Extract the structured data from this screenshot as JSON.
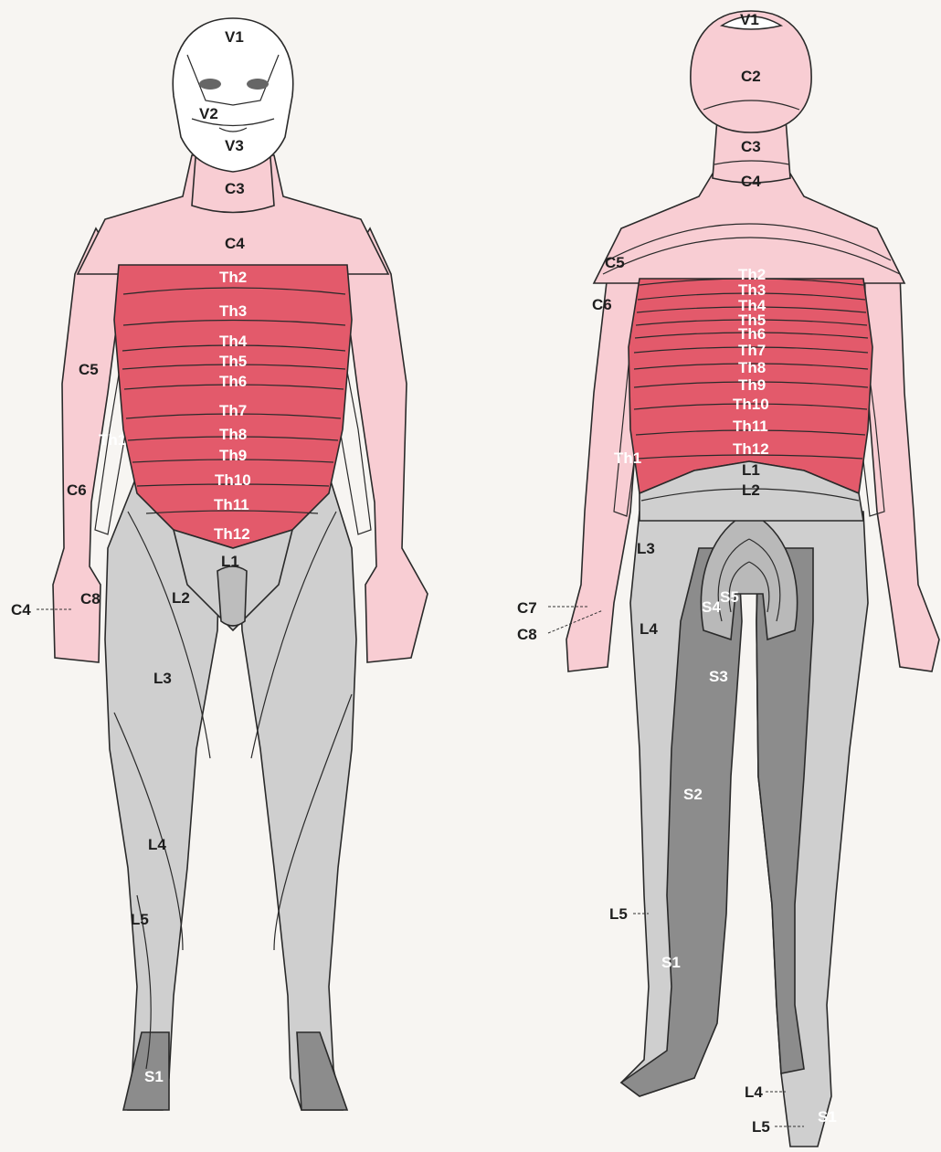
{
  "colors": {
    "cervical_light": "#f8cdd3",
    "thoracic": "#e35a6b",
    "lumbar_light": "#cfcfcf",
    "lumbar_mid": "#b9b9b9",
    "sacral_dark": "#8c8c8c",
    "face": "#ffffff",
    "outline": "#2a2a2a"
  },
  "front": {
    "labels": {
      "v1": "V1",
      "v2": "V2",
      "v3": "V3",
      "c3": "C3",
      "c4": "C4",
      "th2": "Th2",
      "th3": "Th3",
      "th4": "Th4",
      "th5": "Th5",
      "th6": "Th6",
      "th7": "Th7",
      "th8": "Th8",
      "th9": "Th9",
      "th10": "Th10",
      "th11": "Th11",
      "th12": "Th12",
      "c5": "C5",
      "th1": "Th1",
      "c6": "C6",
      "c4_hand": "C4",
      "c8": "C8",
      "l1": "L1",
      "l2": "L2",
      "l3": "L3",
      "l4": "L4",
      "l5": "L5",
      "s1": "S1"
    }
  },
  "back": {
    "labels": {
      "v1": "V1",
      "c2": "C2",
      "c3": "C3",
      "c4": "C4",
      "c5": "C5",
      "c6": "C6",
      "th2": "Th2",
      "th3": "Th3",
      "th4": "Th4",
      "th5": "Th5",
      "th6": "Th6",
      "th7": "Th7",
      "th8": "Th8",
      "th9": "Th9",
      "th10": "Th10",
      "th11": "Th11",
      "th12": "Th12",
      "th1": "Th1",
      "l1": "L1",
      "l2": "L2",
      "l3": "L3",
      "l4": "L4",
      "c7": "C7",
      "c8": "C8",
      "s4": "S4",
      "s5": "S5",
      "s3": "S3",
      "s2": "S2",
      "l5": "L5",
      "s1": "S1",
      "l4_foot": "L4",
      "l5_foot": "L5",
      "s1_foot": "S1"
    }
  }
}
